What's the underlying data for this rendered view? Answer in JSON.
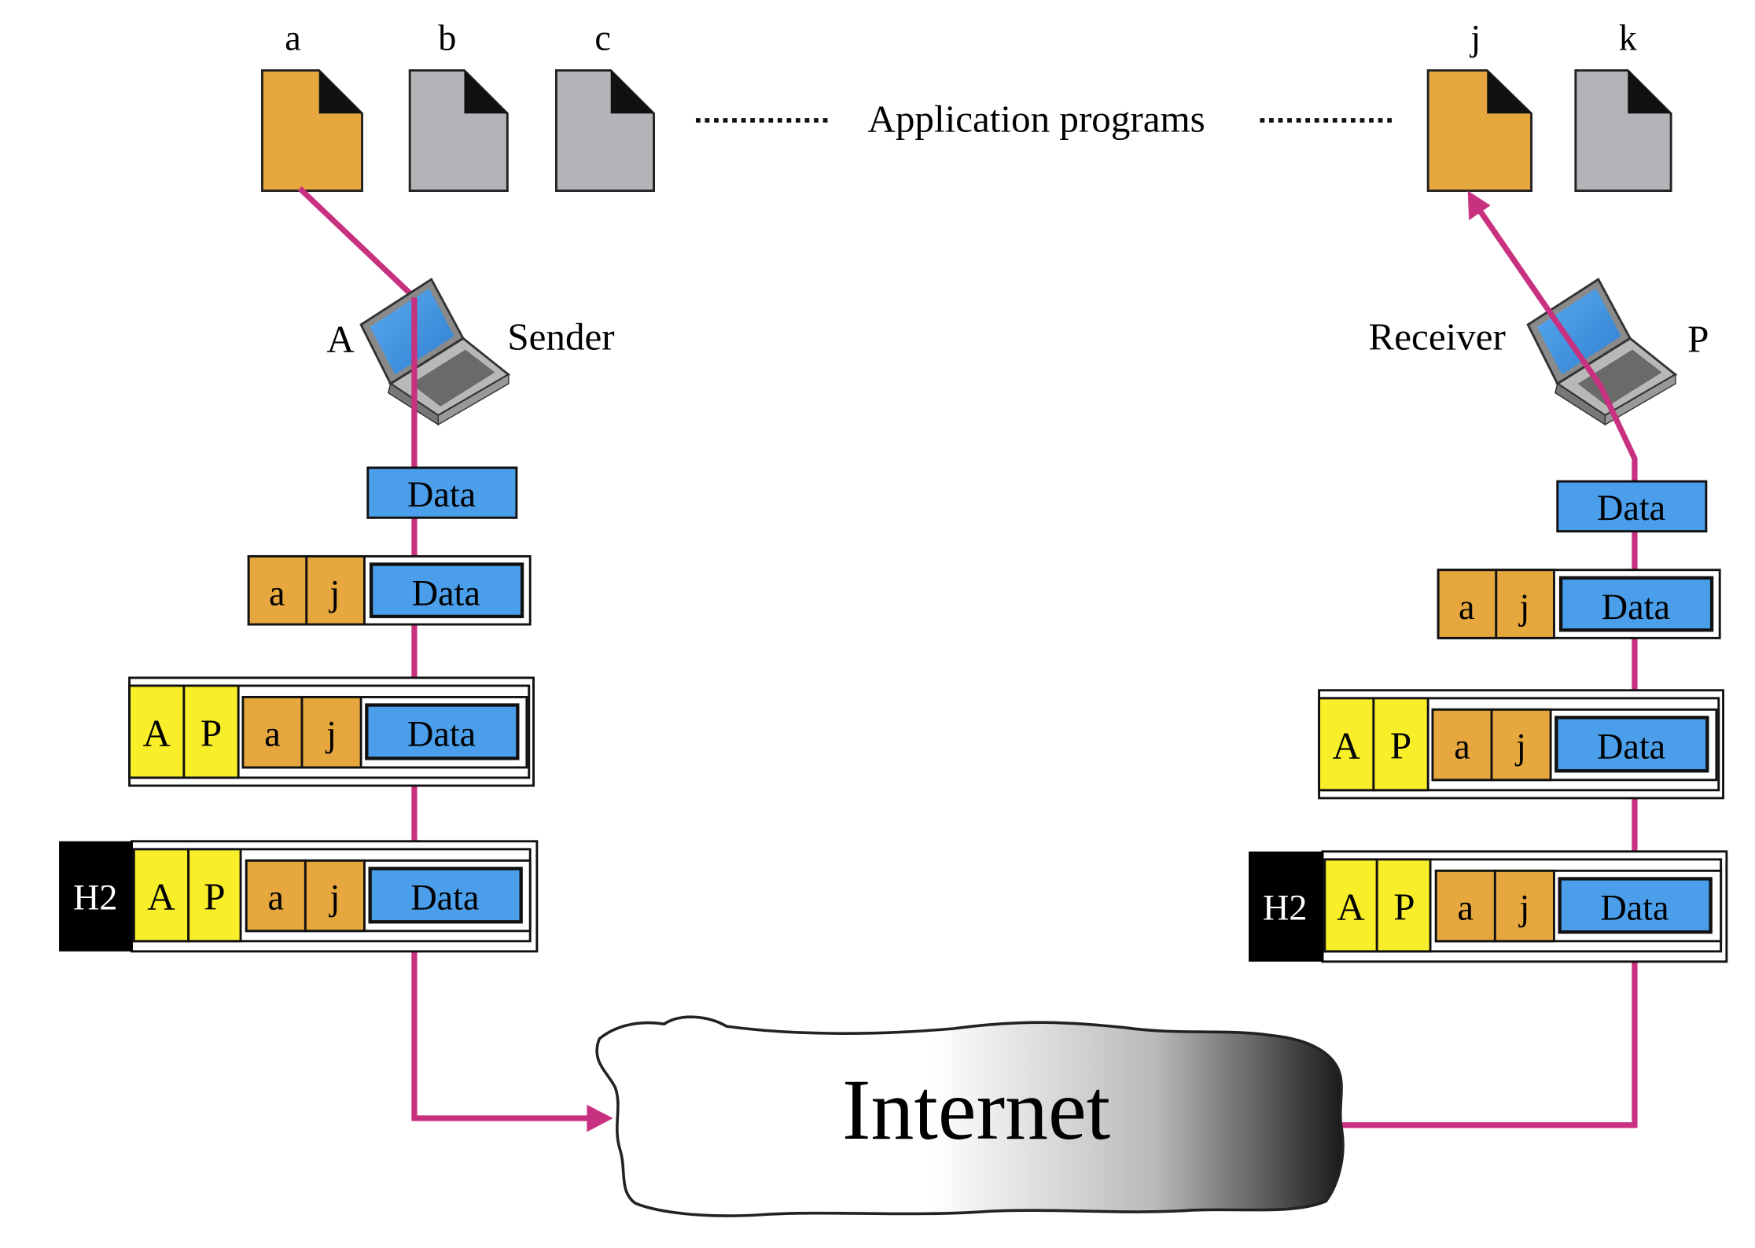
{
  "programs": {
    "labels": [
      "a",
      "b",
      "c",
      "j",
      "k"
    ],
    "caption": "Application programs",
    "colors": {
      "active": "#E6A83E",
      "inactive": "#B3B4B7"
    }
  },
  "sender": {
    "host": "A",
    "role": "Sender"
  },
  "receiver": {
    "host": "P",
    "role": "Receiver"
  },
  "packet": {
    "data": "Data",
    "port_src": "a",
    "port_dst": "j",
    "addr_src": "A",
    "addr_dst": "P",
    "link_header": "H2"
  },
  "network": {
    "label": "Internet"
  },
  "colors": {
    "path": "#C8317F",
    "data_fill": "#4A9EEA",
    "port_fill": "#E6A83E",
    "addr_fill": "#F9EE2A",
    "link_fill": "#000000"
  }
}
